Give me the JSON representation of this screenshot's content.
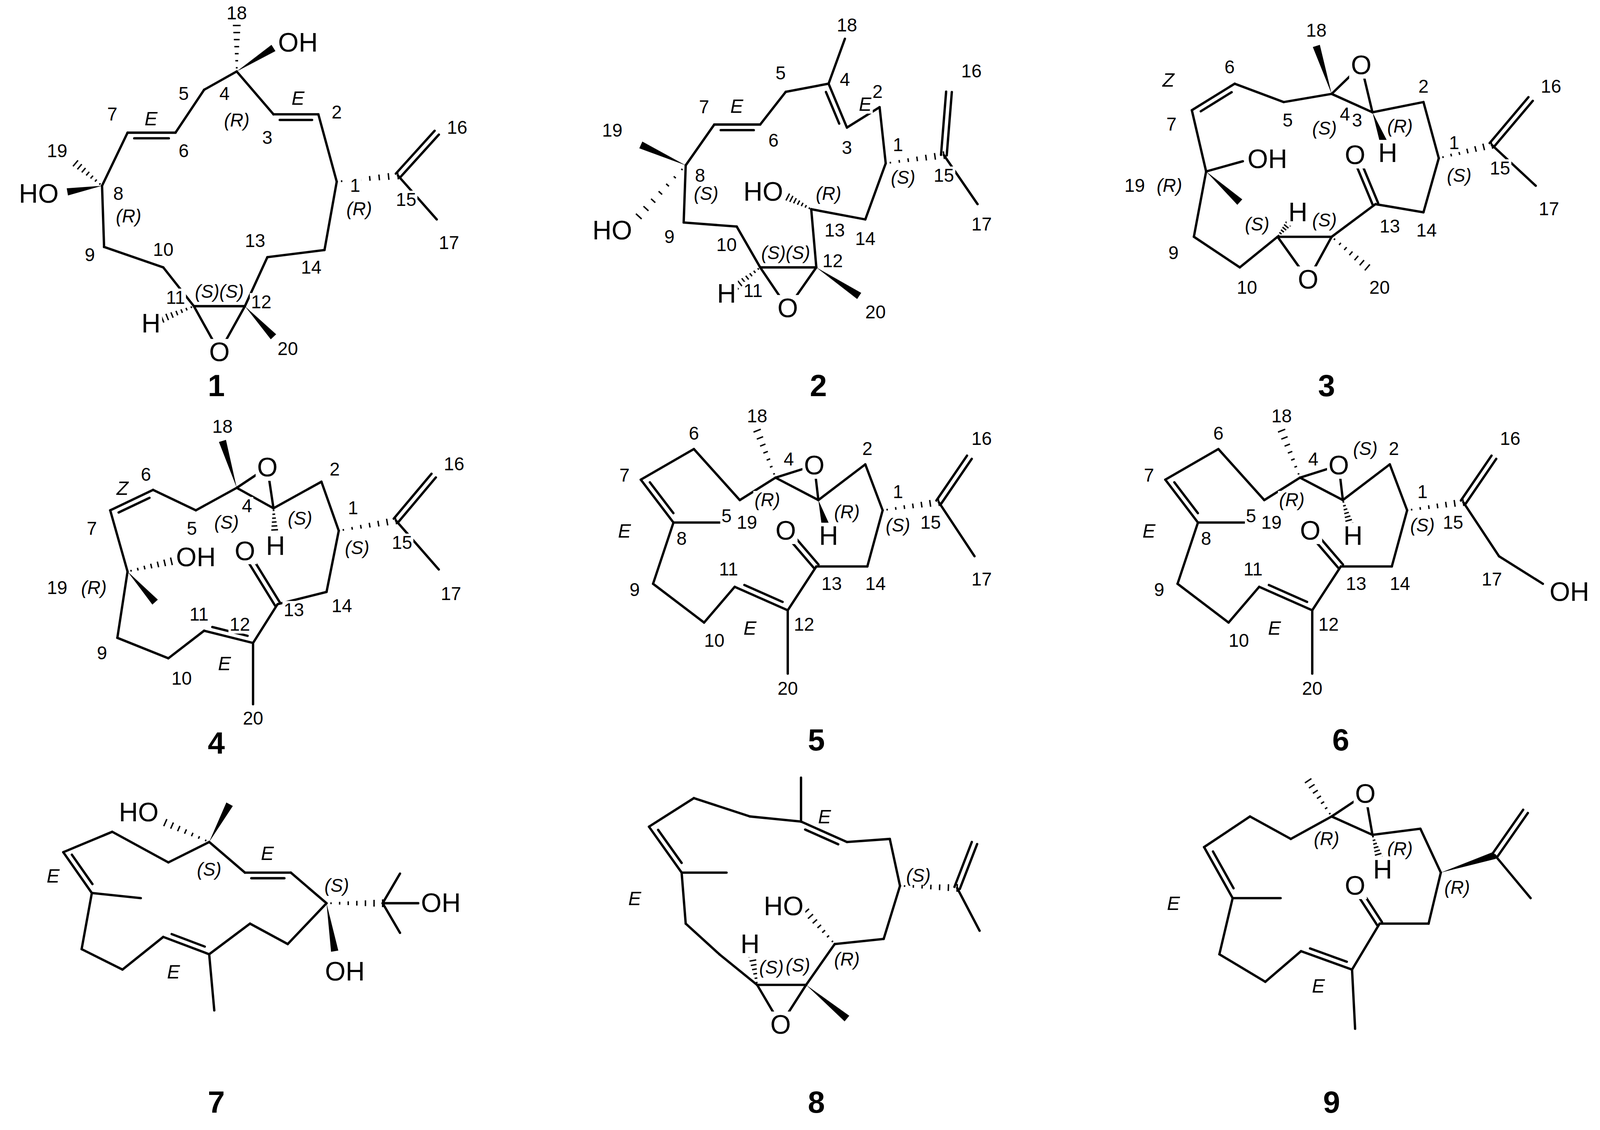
{
  "diagram": {
    "labels": [
      "18",
      "OH",
      "4",
      "(R)",
      "5",
      "3",
      "E",
      "2",
      "16",
      "1",
      "(R)",
      "15",
      "17",
      "HO",
      "19",
      "7",
      "E",
      "6",
      "8",
      "(R)",
      "9",
      "10",
      "H",
      "11",
      "(S)(S)",
      "12",
      "O",
      "20",
      "13",
      "14",
      "1",
      "18",
      "5",
      "4",
      "E",
      "16",
      "19",
      "7",
      "E",
      "6",
      "8",
      "(S)",
      "HO",
      "9",
      "10",
      "H",
      "11",
      "(S)(S)",
      "12",
      "O",
      "20",
      "HO",
      "(R)",
      "13",
      "14",
      "(S)",
      "1",
      "15",
      "17",
      "2",
      "3",
      "2",
      "18",
      "O",
      "6",
      "Z",
      "5",
      "4",
      "(S)",
      "3",
      "(R)",
      "O",
      "H",
      "2",
      "16",
      "7",
      "OH",
      "19",
      "(R)",
      "1",
      "(S)",
      "15",
      "17",
      "H",
      "(S)",
      "9",
      "13",
      "14",
      "(S)",
      "10",
      "O",
      "20",
      "3",
      "18",
      "6",
      "O",
      "Z",
      "5",
      "4",
      "(S)",
      "(S)",
      "H",
      "2",
      "16",
      "7",
      "OH",
      "19",
      "(R)",
      "O",
      "1",
      "(S)",
      "15",
      "17",
      "9",
      "10",
      "11",
      "E",
      "12",
      "13",
      "14",
      "20",
      "4",
      "18",
      "6",
      "O",
      "4",
      "16",
      "5",
      "(R)",
      "(R)",
      "H",
      "O",
      "2",
      "1",
      "(S)",
      "15",
      "17",
      "7",
      "E",
      "8",
      "19",
      "9",
      "10",
      "11",
      "E",
      "12",
      "13",
      "14",
      "20",
      "5",
      "18",
      "6",
      "O",
      "4",
      "(S)",
      "2",
      "16",
      "5",
      "(R)",
      "H",
      "O",
      "1",
      "(S)",
      "15",
      "17",
      "OH",
      "7",
      "E",
      "8",
      "19",
      "9",
      "10",
      "11",
      "E",
      "12",
      "13",
      "14",
      "20",
      "6",
      "HO",
      "E",
      "(S)",
      "(S)",
      "OH",
      "OH",
      "E",
      "E",
      "7",
      "E",
      "(S)",
      "HO",
      "(R)",
      "H",
      "(S)",
      "(S)",
      "O",
      "E",
      "8",
      "O",
      "(R)",
      "(R)",
      "H",
      "(R)",
      "O",
      "E",
      "E",
      "9"
    ]
  }
}
